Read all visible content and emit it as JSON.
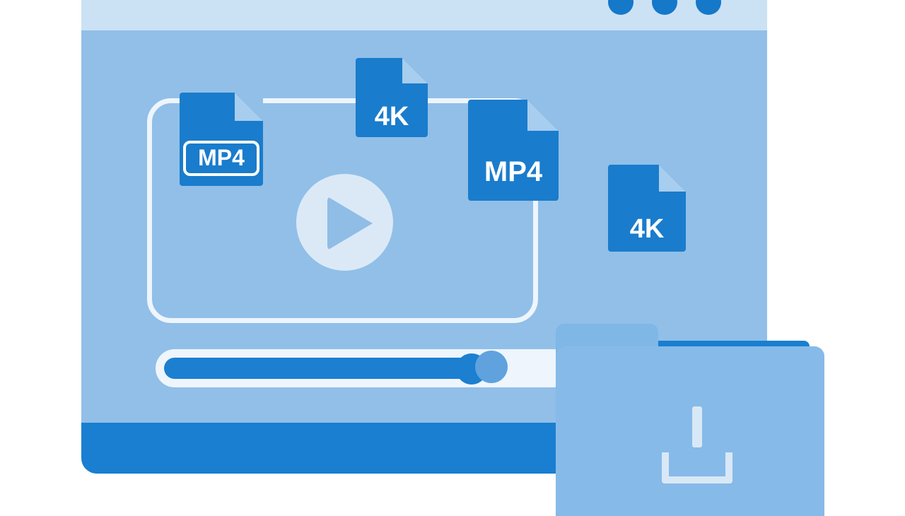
{
  "window": {
    "titlebar_dots": [
      "window-dot-1",
      "window-dot-2",
      "window-dot-3"
    ]
  },
  "files": [
    {
      "label": "MP4",
      "style": "boxed"
    },
    {
      "label": "4K",
      "style": "plain"
    },
    {
      "label": "MP4",
      "style": "plain"
    },
    {
      "label": "4K",
      "style": "plain"
    }
  ],
  "player": {
    "play_icon": "play-icon",
    "progress": 0.78
  },
  "folder": {
    "icon": "download-icon"
  },
  "colors": {
    "primary": "#1a7fd0",
    "panel": "#91bfe8",
    "titlebar": "#cbe2f5"
  }
}
